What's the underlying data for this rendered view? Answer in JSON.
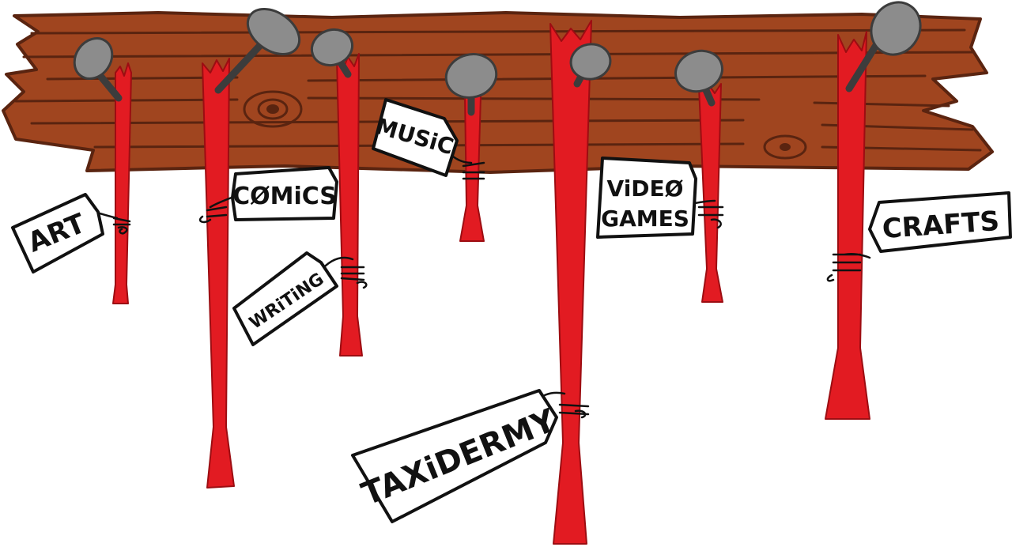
{
  "colors": {
    "plank": "#a0451f",
    "plank_outline": "#5a2410",
    "grain": "#5a2410",
    "ribbon": "#e21b22",
    "ribbon_dark": "#9c0d12",
    "nail": "#8c8c8c",
    "nail_outline": "#3c3c3c",
    "tag_fill": "#ffffff",
    "tag_outline": "#111111"
  },
  "tags": {
    "art": "ART",
    "comics": "CØMiCS",
    "writing": "WRiTiNG",
    "music": "MUSiC",
    "taxidermy": "TAXiDERMY",
    "video_line1": "ViDEØ",
    "video_line2": "GAMES",
    "crafts": "CRAFTS"
  }
}
